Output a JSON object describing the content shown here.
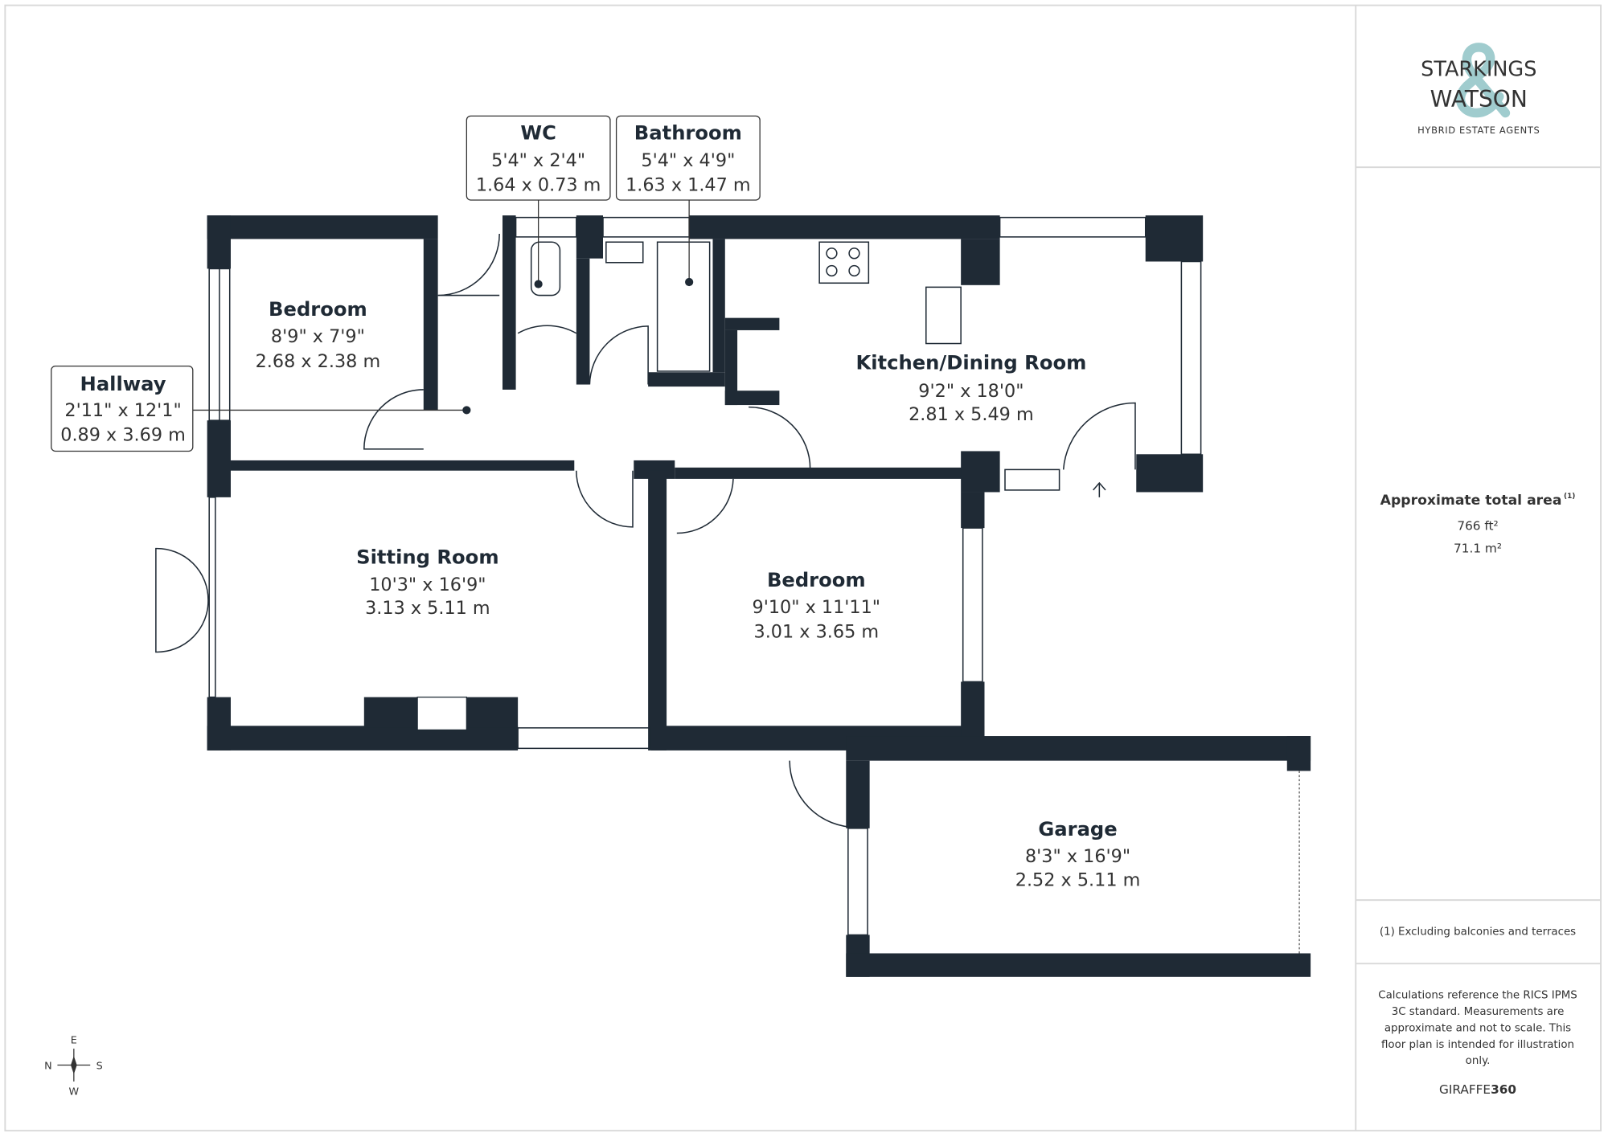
{
  "brand": {
    "logo_text_line1": "STARKINGS",
    "logo_text_line2": "WATSON",
    "tagline": "HYBRID ESTATE AGENTS",
    "ampersand_color": "#8fc3c5"
  },
  "rooms": [
    {
      "name": "WC",
      "imperial": "5'4\" x 2'4\"",
      "metric": "1.64 x 0.73 m"
    },
    {
      "name": "Bathroom",
      "imperial": "5'4\" x 4'9\"",
      "metric": "1.63 x 1.47 m"
    },
    {
      "name": "Bedroom",
      "imperial": "8'9\" x 7'9\"",
      "metric": "2.68 x 2.38 m"
    },
    {
      "name": "Hallway",
      "imperial": "2'11\" x 12'1\"",
      "metric": "0.89 x 3.69 m"
    },
    {
      "name": "Kitchen/Dining Room",
      "imperial": "9'2\" x 18'0\"",
      "metric": "2.81 x 5.49 m"
    },
    {
      "name": "Sitting Room",
      "imperial": "10'3\" x 16'9\"",
      "metric": "3.13 x 5.11 m"
    },
    {
      "name": "Bedroom",
      "imperial": "9'10\" x 11'11\"",
      "metric": "3.01 x 3.65 m"
    },
    {
      "name": "Garage",
      "imperial": "8'3\" x 16'9\"",
      "metric": "2.52 x 5.11 m"
    }
  ],
  "area": {
    "title": "Approximate total area",
    "footnote_mark": "(1)",
    "imperial": "766 ft²",
    "metric": "71.1 m²"
  },
  "footnote": "(1) Excluding balconies and terraces",
  "disclaimer": [
    "Calculations reference the RICS IPMS",
    "3C standard. Measurements are",
    "approximate and not to scale. This",
    "floor plan is intended for illustration",
    "only."
  ],
  "credit": {
    "prefix": "GIRAFFE",
    "suffix": "360"
  },
  "compass": {
    "n": "N",
    "e": "E",
    "s": "S",
    "w": "W"
  },
  "colors": {
    "wall": "#1f2a35",
    "frame": "#d9d9d9"
  }
}
